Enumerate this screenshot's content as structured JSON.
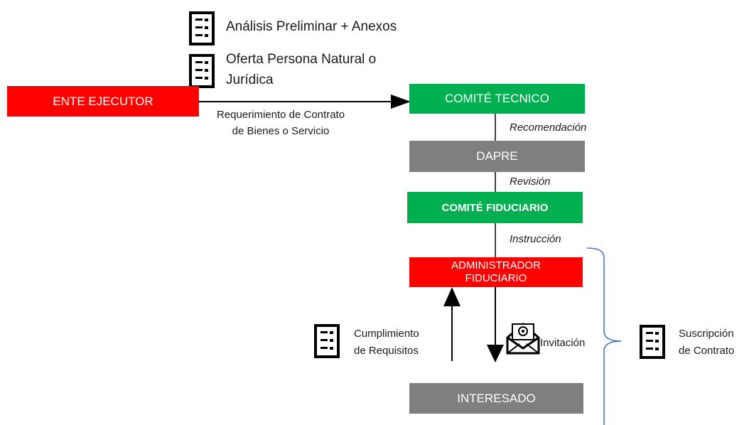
{
  "nodes": {
    "ente_ejecutor": "ENTE EJECUTOR",
    "comite_tecnico": "COMITÉ TECNICO",
    "dapre": "DAPRE",
    "comite_fiduciario": "COMITÉ FIDUCIARIO",
    "administrador_line1": "ADMINISTRADOR",
    "administrador_line2": "FIDUCIARIO",
    "interesado": "INTERESADO"
  },
  "documents": {
    "analisis": "Análisis Preliminar + Anexos",
    "oferta_line1": "Oferta Persona Natural o",
    "oferta_line2": "Jurídica",
    "cumplimiento_line1": "Cumplimiento",
    "cumplimiento_line2": "de Requisitos",
    "suscripcion_line1": "Suscripción",
    "suscripcion_line2": "de Contrato"
  },
  "edges": {
    "requerimiento_line1": "Requerimiento de Contrato",
    "requerimiento_line2": "de Bienes o Servicio",
    "recomendacion": "Recomendación",
    "revision": "Revisión",
    "instruccion": "Instrucción",
    "invitacion": "Invitación"
  },
  "colors": {
    "green": "#00b050",
    "gray": "#7f7f7f",
    "red": "#ff0000",
    "bracket": "#4472c4"
  },
  "icons": [
    "document-list-icon",
    "email-envelope-icon"
  ]
}
